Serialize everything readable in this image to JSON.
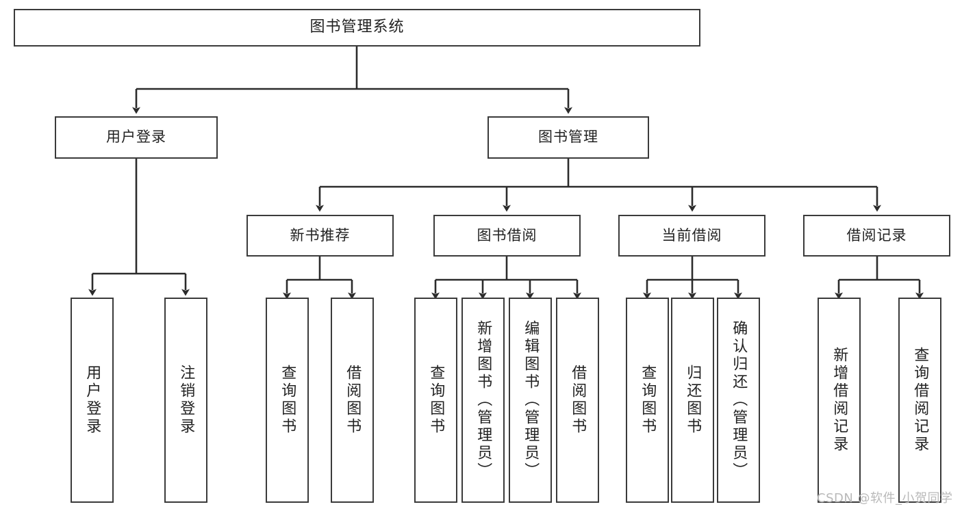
{
  "diagram": {
    "title": "图书管理系统",
    "type": "tree-hierarchy-diagram",
    "root": {
      "id": "root",
      "label": "图书管理系统"
    },
    "level2": [
      {
        "id": "user-login",
        "label": "用户登录"
      },
      {
        "id": "book-manage",
        "label": "图书管理"
      }
    ],
    "level3": [
      {
        "id": "new-book-rec",
        "label": "新书推荐"
      },
      {
        "id": "book-borrow",
        "label": "图书借阅"
      },
      {
        "id": "current-borrow",
        "label": "当前借阅"
      },
      {
        "id": "borrow-record",
        "label": "借阅记录"
      }
    ],
    "leaves": {
      "user_login": [
        {
          "id": "leaf-user-login",
          "label": "用户登录"
        },
        {
          "id": "leaf-user-logout",
          "label": "注销登录"
        }
      ],
      "new_book_rec": [
        {
          "id": "leaf-query-book-1",
          "label": "查询图书"
        },
        {
          "id": "leaf-borrow-book-1",
          "label": "借阅图书"
        }
      ],
      "book_borrow": [
        {
          "id": "leaf-query-book-2",
          "label": "查询图书"
        },
        {
          "id": "leaf-add-book",
          "label": "新增图书（管理员）"
        },
        {
          "id": "leaf-edit-book",
          "label": "编辑图书（管理员）"
        },
        {
          "id": "leaf-borrow-book-2",
          "label": "借阅图书"
        }
      ],
      "current_borrow": [
        {
          "id": "leaf-query-book-3",
          "label": "查询图书"
        },
        {
          "id": "leaf-return-book",
          "label": "归还图书"
        },
        {
          "id": "leaf-confirm-return",
          "label": "确认归还（管理员）"
        }
      ],
      "borrow_record": [
        {
          "id": "leaf-add-record",
          "label": "新增借阅记录"
        },
        {
          "id": "leaf-query-record",
          "label": "查询借阅记录"
        }
      ]
    }
  },
  "watermark": {
    "text": "CSDN @软件_小贺同学"
  },
  "colors": {
    "box_border": "#3a3a3a",
    "edge": "#2b2b2b",
    "text": "#222222",
    "background": "#ffffff",
    "watermark": "#b9b9b9"
  }
}
